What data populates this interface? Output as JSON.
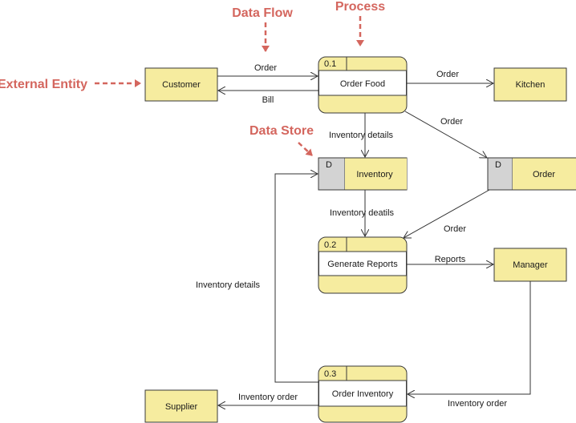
{
  "annotations": {
    "data_flow": "Data Flow",
    "process": "Process",
    "external_entity": "External Entity",
    "data_store": "Data Store"
  },
  "entities": {
    "customer": "Customer",
    "kitchen": "Kitchen",
    "manager": "Manager",
    "supplier": "Supplier"
  },
  "processes": {
    "p1": {
      "id": "0.1",
      "label": "Order Food"
    },
    "p2": {
      "id": "0.2",
      "label": "Generate Reports"
    },
    "p3": {
      "id": "0.3",
      "label": "Order Inventory"
    }
  },
  "stores": {
    "inventory": {
      "id": "D",
      "label": "Inventory"
    },
    "order": {
      "id": "D",
      "label": "Order"
    }
  },
  "flows": {
    "customer_order": "Order",
    "bill": "Bill",
    "kitchen_order": "Order",
    "order_to_store": "Order",
    "inventory_details_1": "Inventory details",
    "inventory_details_2": "Inventory deatils",
    "store_order_to_reports": "Order",
    "reports": "Reports",
    "inventory_details_3": "Inventory details",
    "inventory_order_manager": "Inventory order",
    "inventory_order_supplier": "Inventory order"
  },
  "colors": {
    "box_fill": "#f6ec9f",
    "store_id_fill": "#d3d3d3",
    "annotation": "#d4665e"
  }
}
